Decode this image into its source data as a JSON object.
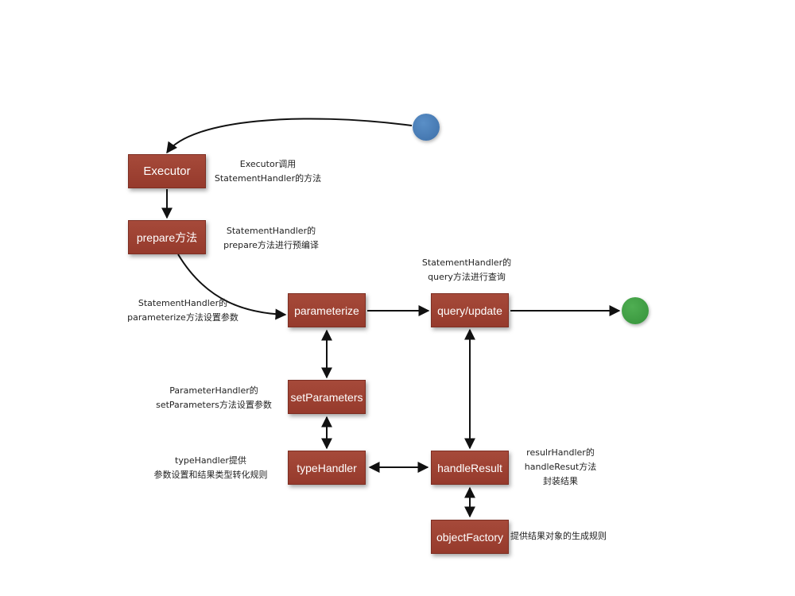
{
  "nodes": {
    "executor": "Executor",
    "prepare": "prepare方法",
    "parameterize": "parameterize",
    "query_update": "query/update",
    "set_parameters": "setParameters",
    "type_handler": "typeHandler",
    "handle_result": "handleResult",
    "object_factory": "objectFactory"
  },
  "annotations": {
    "executor": [
      "Executor调用",
      "StatementHandler的方法"
    ],
    "prepare": [
      "StatementHandler的",
      "prepare方法进行预编译"
    ],
    "query": [
      "StatementHandler的",
      "query方法进行查询"
    ],
    "parameterize": [
      "StatementHandler的",
      "parameterize方法设置参数"
    ],
    "set_parameters": [
      "ParameterHandler的",
      "setParameters方法设置参数"
    ],
    "type_handler": [
      "typeHandler提供",
      "参数设置和结果类型转化规则"
    ],
    "handle_result": [
      "resulrHandler的",
      "handleResut方法",
      "封装结果"
    ],
    "object_factory": [
      "提供结果对象的生成规则"
    ]
  },
  "colors": {
    "node_fill": "#a04536",
    "start_circle": "#4a7fb8",
    "end_circle": "#43a047",
    "edge": "#111111"
  }
}
